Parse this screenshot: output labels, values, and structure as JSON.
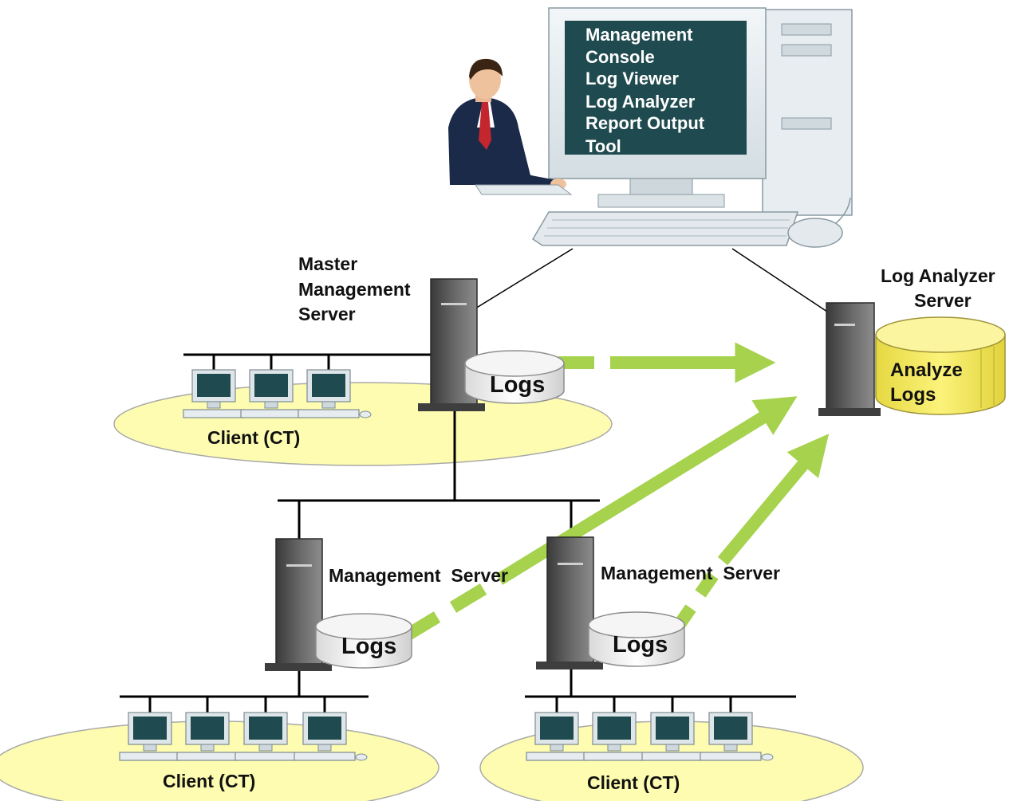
{
  "console": {
    "screen_lines": [
      "Management",
      "Console",
      "Log Viewer",
      "Log Analyzer",
      "Report Output",
      "Tool"
    ]
  },
  "master_server": {
    "label_lines": [
      "Master",
      "Management",
      "Server"
    ],
    "logs_label": "Logs",
    "client_label": "Client (CT)"
  },
  "log_analyzer": {
    "label_lines": [
      "Log Analyzer",
      "Server"
    ],
    "db_lines": [
      "Analyze",
      "Logs"
    ]
  },
  "left_server": {
    "label": "Management  Server",
    "logs_label": "Logs",
    "client_label": "Client (CT)"
  },
  "right_server": {
    "label": "Management  Server",
    "logs_label": "Logs",
    "client_label": "Client (CT)"
  },
  "colors": {
    "flow_arrow": "#a6d24e",
    "network_zone": "#fdfcb0",
    "screen": "#1f4a4f",
    "analyze_db": "#f2e85a"
  }
}
